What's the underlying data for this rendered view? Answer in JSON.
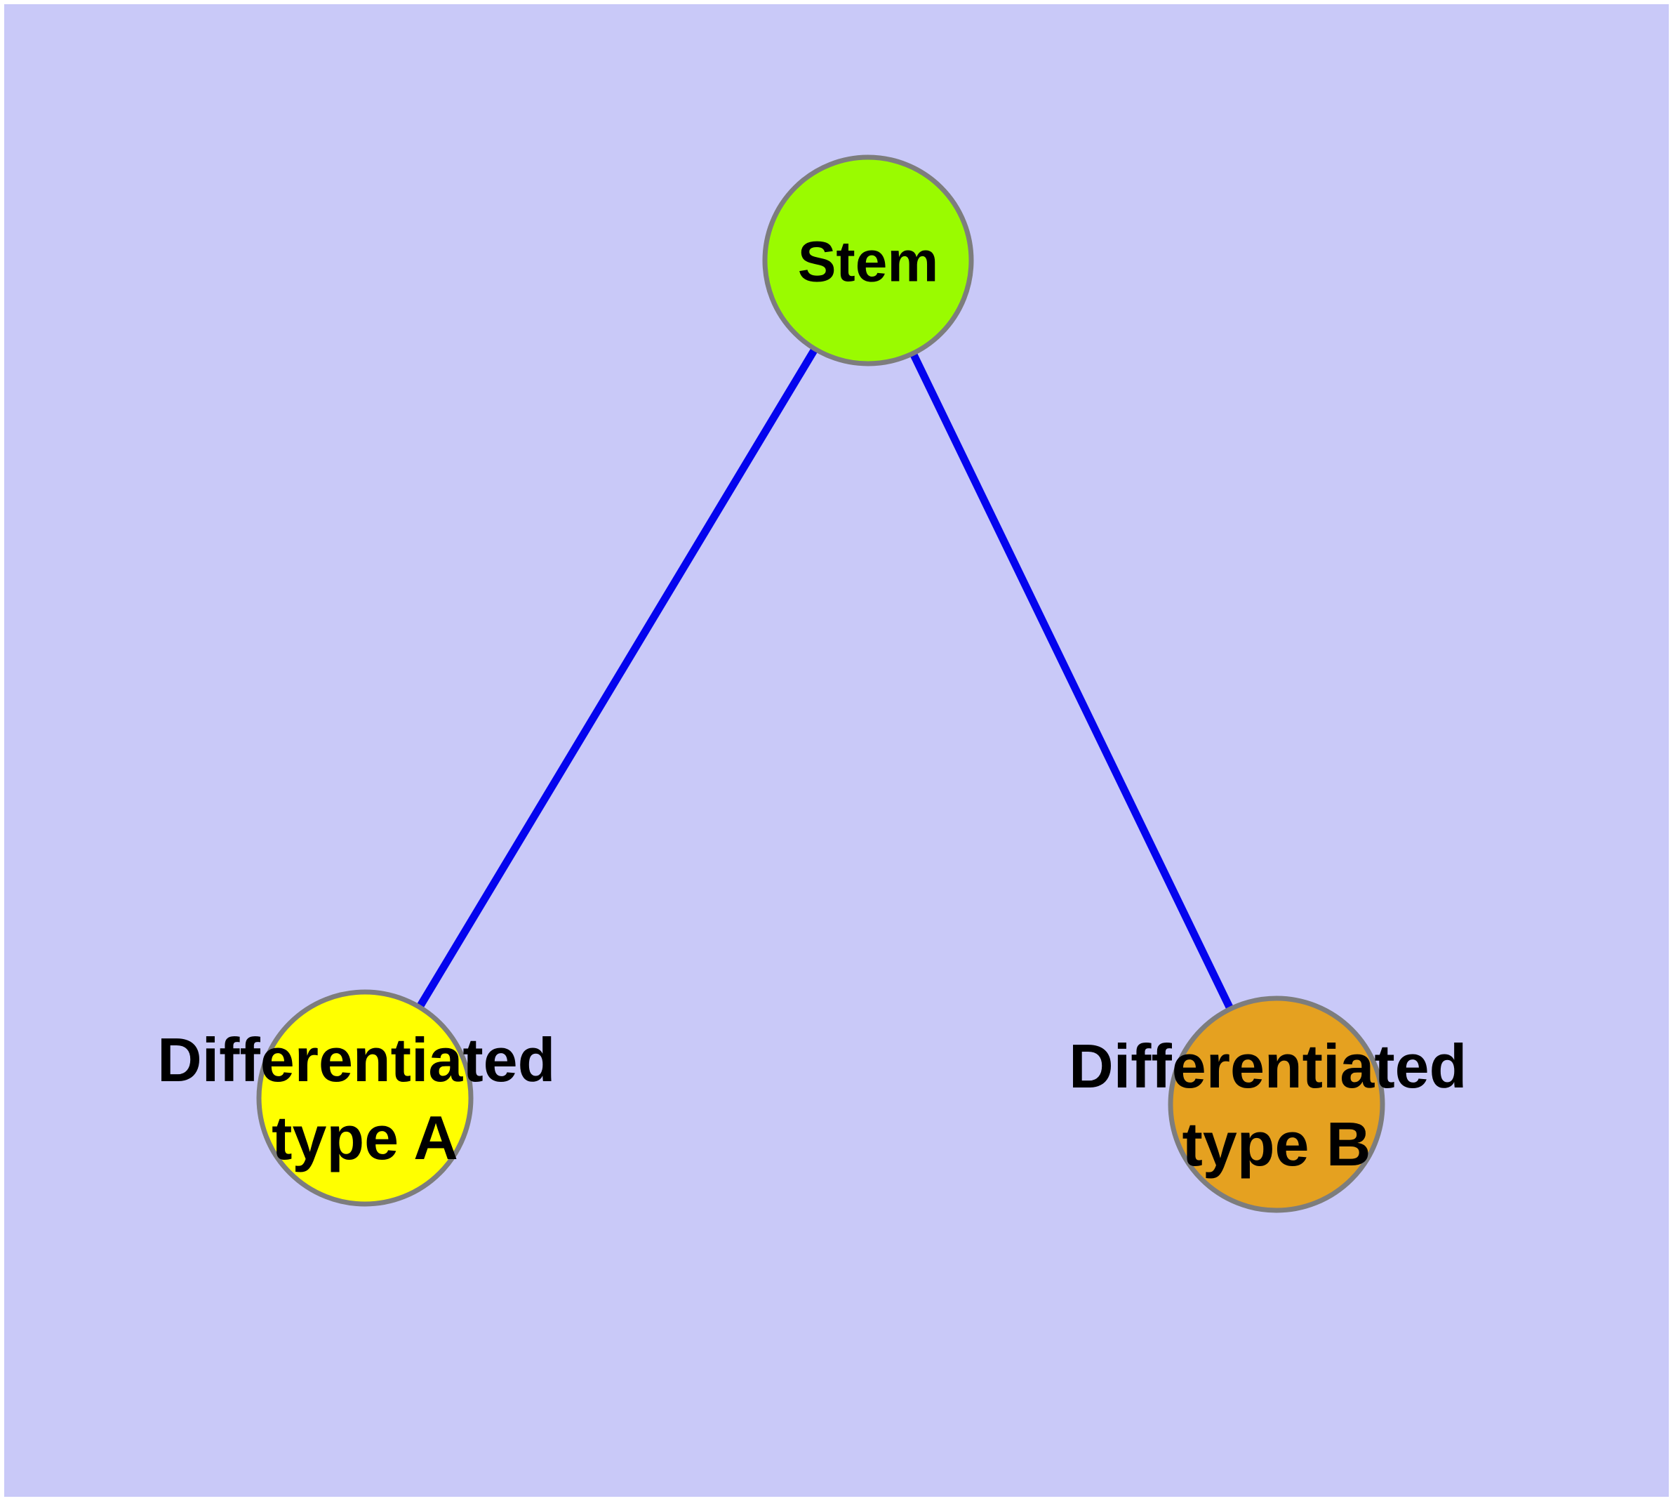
{
  "diagram": {
    "background_color": "#c9c9f8",
    "frame_color": "#ffffff",
    "edge_color": "#0404ee",
    "node_border_color": "#7d7d7d",
    "label_color": "#000000",
    "nodes": [
      {
        "id": "stem",
        "label": "Stem",
        "color": "#9afb00"
      },
      {
        "id": "differentiated-type-a",
        "label_line1": "Differentiated",
        "label_line2": "type A",
        "color": "#ffff00"
      },
      {
        "id": "differentiated-type-b",
        "label_line1": "Differentiated",
        "label_line2": "type B",
        "color": "#e5a120"
      }
    ],
    "edges": [
      {
        "from": "stem",
        "to": "differentiated-type-a"
      },
      {
        "from": "stem",
        "to": "differentiated-type-b"
      }
    ]
  }
}
